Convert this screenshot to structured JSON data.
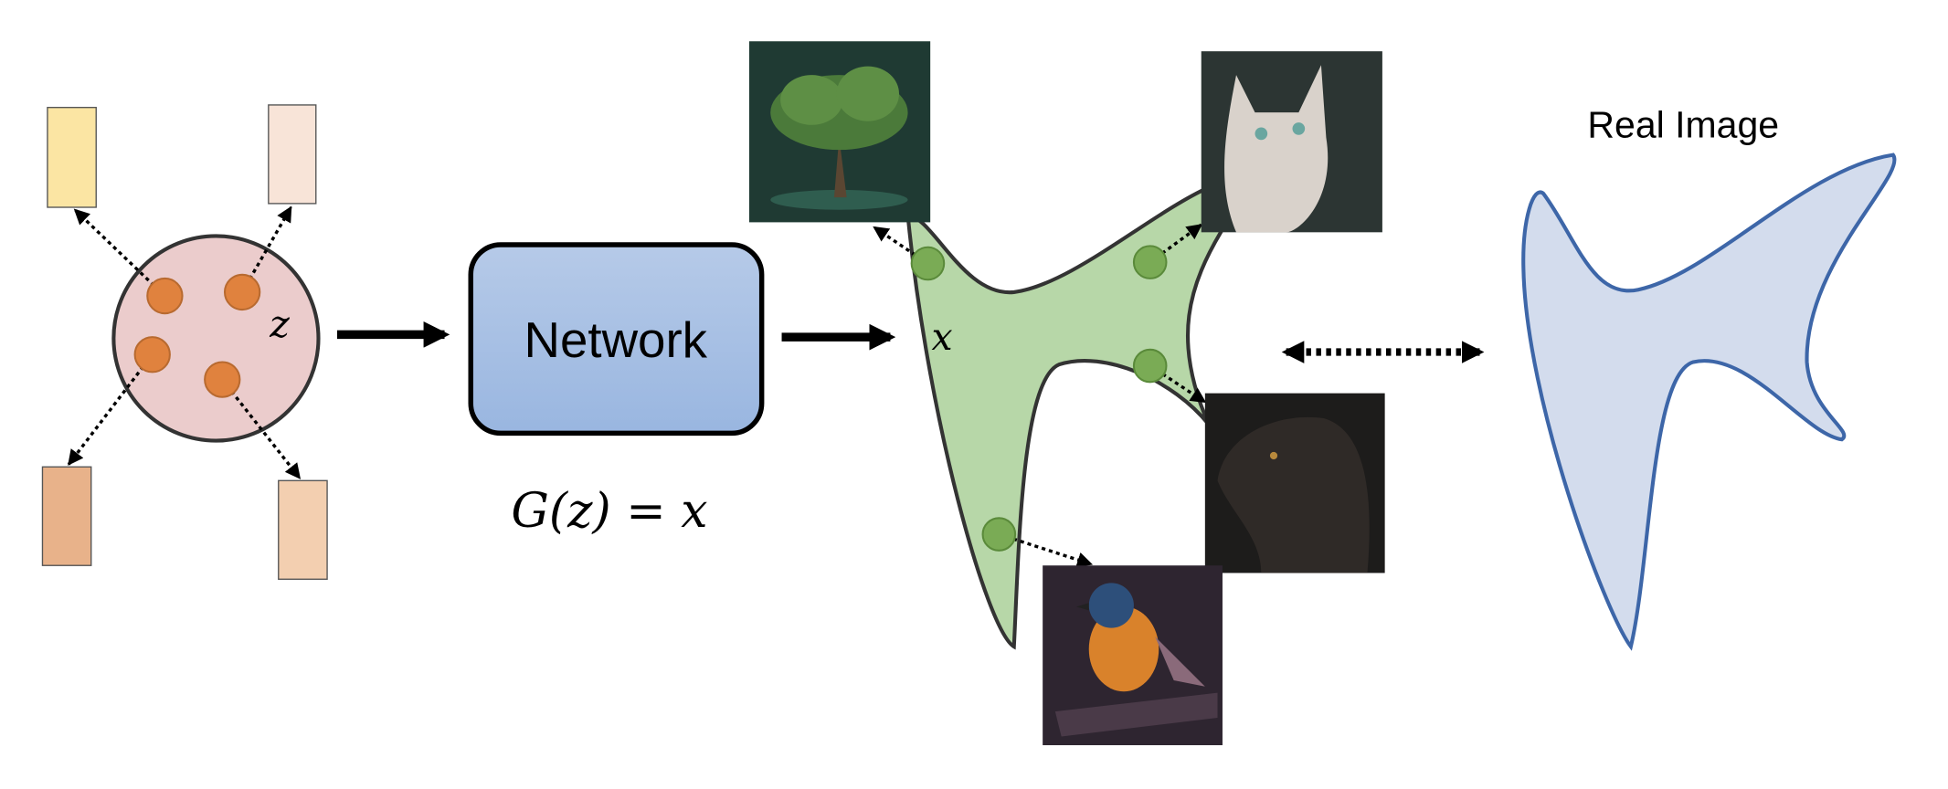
{
  "latent": {
    "label": "z"
  },
  "network": {
    "label": "Network",
    "equation": "G(z) = x"
  },
  "generated": {
    "label": "x",
    "samples": [
      "tree",
      "cat",
      "dog",
      "bird"
    ]
  },
  "real": {
    "label": "Real Image"
  },
  "colors": {
    "latent_fill": "#ebcccc",
    "latent_dot": "#e0823e",
    "network_top": "#b6cae8",
    "network_bottom": "#99b6e0",
    "generated_fill": "#b7d7a8",
    "generated_dot": "#7aab55",
    "real_fill": "#d3dced",
    "real_stroke": "#3d66a8"
  }
}
